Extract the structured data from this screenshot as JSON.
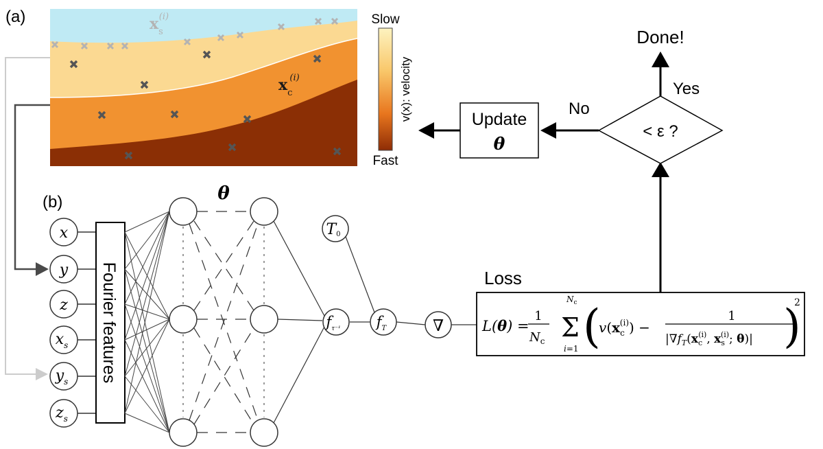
{
  "panels": {
    "a": "(a)",
    "b": "(b)"
  },
  "velocity_bar": {
    "top": "Slow",
    "bottom": "Fast",
    "label": "v(x): velocity"
  },
  "markers": {
    "source_label": "x",
    "source_sub": "s",
    "source_sup": "(i)",
    "collocation_label": "x",
    "collocation_sub": "c",
    "collocation_sup": "(i)"
  },
  "inputs": [
    {
      "name": "x",
      "sub": ""
    },
    {
      "name": "y",
      "sub": ""
    },
    {
      "name": "z",
      "sub": ""
    },
    {
      "name": "x",
      "sub": "s"
    },
    {
      "name": "y",
      "sub": "s"
    },
    {
      "name": "z",
      "sub": "s"
    }
  ],
  "fourier_label": "Fourier features",
  "theta_label": "θ",
  "nodes": {
    "t0": "T",
    "t0_sub": "0",
    "ftau": "f",
    "ftau_sub": "τ⁻¹",
    "ft": "f",
    "ft_sub": "T",
    "grad": "∇"
  },
  "loss": {
    "title": "Loss",
    "formula": "L(θ) = 1/N_c Σ_{i=1}^{N_c} ( v(x_c^(i)) − 1/|∇f_T(x_c^(i), x_s^(i); θ)| )²"
  },
  "decision": {
    "text": "< ε ?",
    "yes": "Yes",
    "no": "No",
    "done": "Done!"
  },
  "update": {
    "line1": "Update",
    "line2": "θ"
  },
  "colors": {
    "sky": "#bfeaf4",
    "layer1": "#fbd992",
    "layer2": "#f19230",
    "layer3": "#8b2f05",
    "marker_dark": "#555555",
    "marker_light": "#b3b3b3"
  }
}
